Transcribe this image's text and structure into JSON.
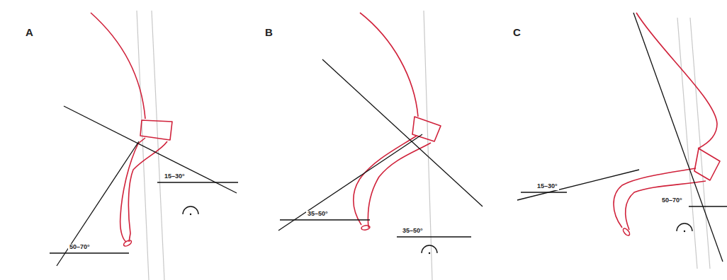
{
  "diagram": {
    "labels": [
      "A",
      "15–30°",
      "50–70°",
      "B",
      "35–50°",
      "35–50°",
      "C",
      "15–30°",
      "50–70°"
    ]
  }
}
